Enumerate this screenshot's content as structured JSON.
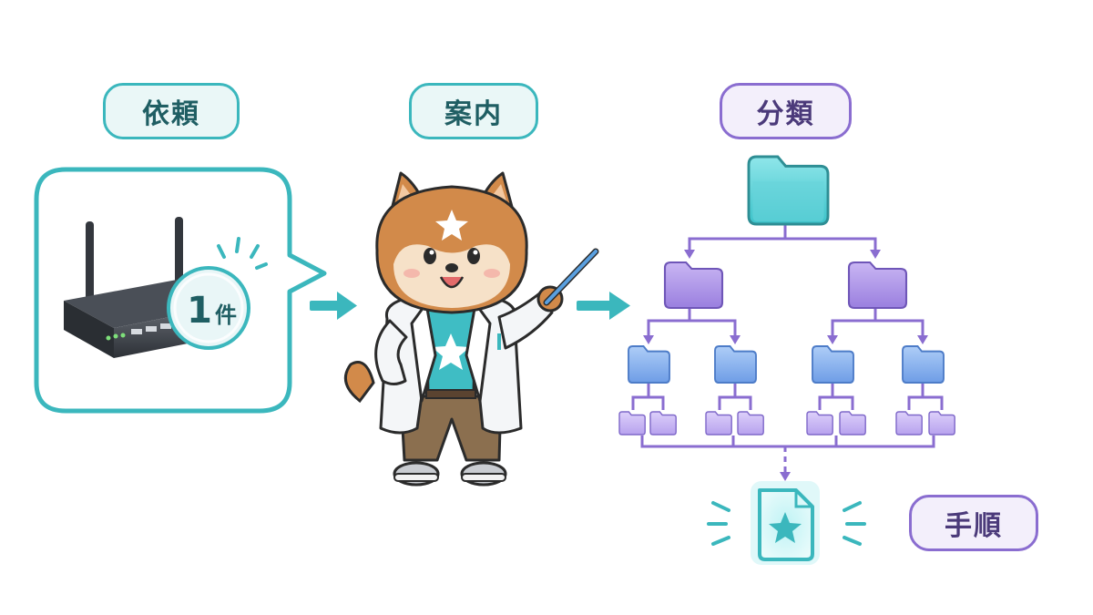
{
  "steps": {
    "request": "依頼",
    "guide": "案内",
    "classify": "分類",
    "procedure": "手順"
  },
  "ticket_badge": {
    "count": "1",
    "unit": "件"
  },
  "colors": {
    "teal": "#3bb7bd",
    "purple": "#8a6dd0",
    "folder_teal": "#5fd3d8",
    "folder_purple": "#a88ee6",
    "folder_blue": "#7aa7ea"
  },
  "icons": [
    "router-icon",
    "shiba-teacher-icon",
    "pointer-stick-icon",
    "folder-icon",
    "document-star-icon"
  ]
}
